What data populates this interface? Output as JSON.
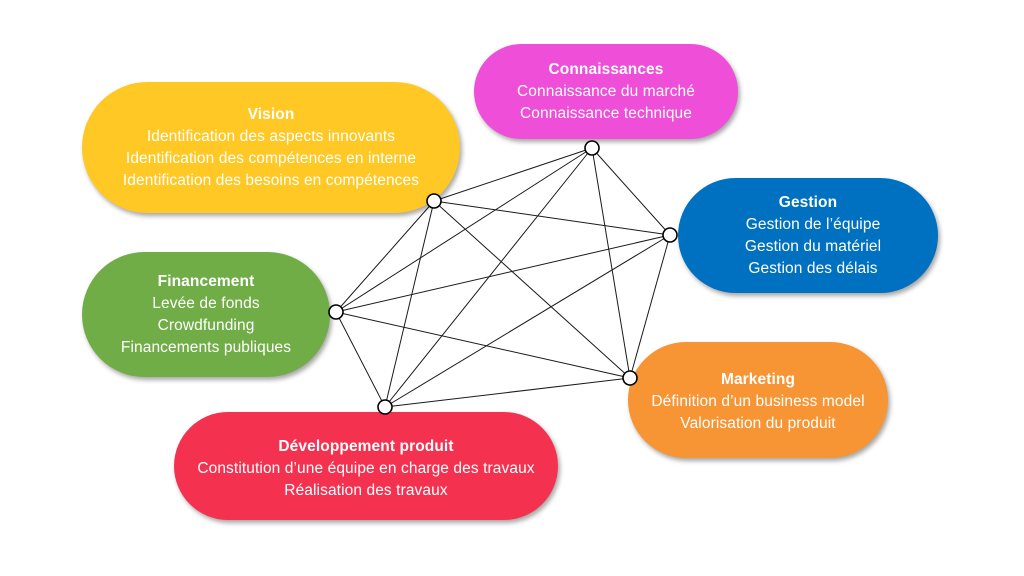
{
  "diagram": {
    "type": "complete-network",
    "colors": {
      "vision": "#FFC824",
      "connaissances": "#EE4ED8",
      "gestion": "#0070C0",
      "financement": "#70AD47",
      "marketing": "#F79433",
      "developpement": "#F53150",
      "edge": "#1a1a1a",
      "node_fill": "#ffffff",
      "node_stroke": "#000000",
      "text": "#ffffff"
    },
    "nodes": [
      {
        "id": "vision",
        "title": "Vision",
        "items": [
          "Identification des aspects innovants",
          "Identification des compétences en interne",
          "Identification des besoins en compétences"
        ]
      },
      {
        "id": "connaissances",
        "title": "Connaissances",
        "items": [
          "Connaissance du marché",
          "Connaissance technique"
        ]
      },
      {
        "id": "gestion",
        "title": "Gestion",
        "items": [
          "Gestion de l’équipe",
          "Gestion du matériel",
          "Gestion des délais"
        ]
      },
      {
        "id": "financement",
        "title": "Financement",
        "items": [
          "Levée de fonds",
          "Crowdfunding",
          "Financements publiques"
        ]
      },
      {
        "id": "marketing",
        "title": "Marketing",
        "items": [
          "Définition d’un business model",
          "Valorisation du produit"
        ]
      },
      {
        "id": "developpement",
        "title": "Développement produit",
        "items": [
          "Constitution d’une équipe en charge des travaux",
          "Réalisation des travaux"
        ]
      }
    ],
    "edges": [
      [
        "vision",
        "connaissances"
      ],
      [
        "vision",
        "gestion"
      ],
      [
        "vision",
        "marketing"
      ],
      [
        "vision",
        "developpement"
      ],
      [
        "vision",
        "financement"
      ],
      [
        "connaissances",
        "gestion"
      ],
      [
        "connaissances",
        "marketing"
      ],
      [
        "connaissances",
        "developpement"
      ],
      [
        "connaissances",
        "financement"
      ],
      [
        "gestion",
        "marketing"
      ],
      [
        "gestion",
        "developpement"
      ],
      [
        "gestion",
        "financement"
      ],
      [
        "marketing",
        "developpement"
      ],
      [
        "marketing",
        "financement"
      ],
      [
        "developpement",
        "financement"
      ]
    ]
  }
}
